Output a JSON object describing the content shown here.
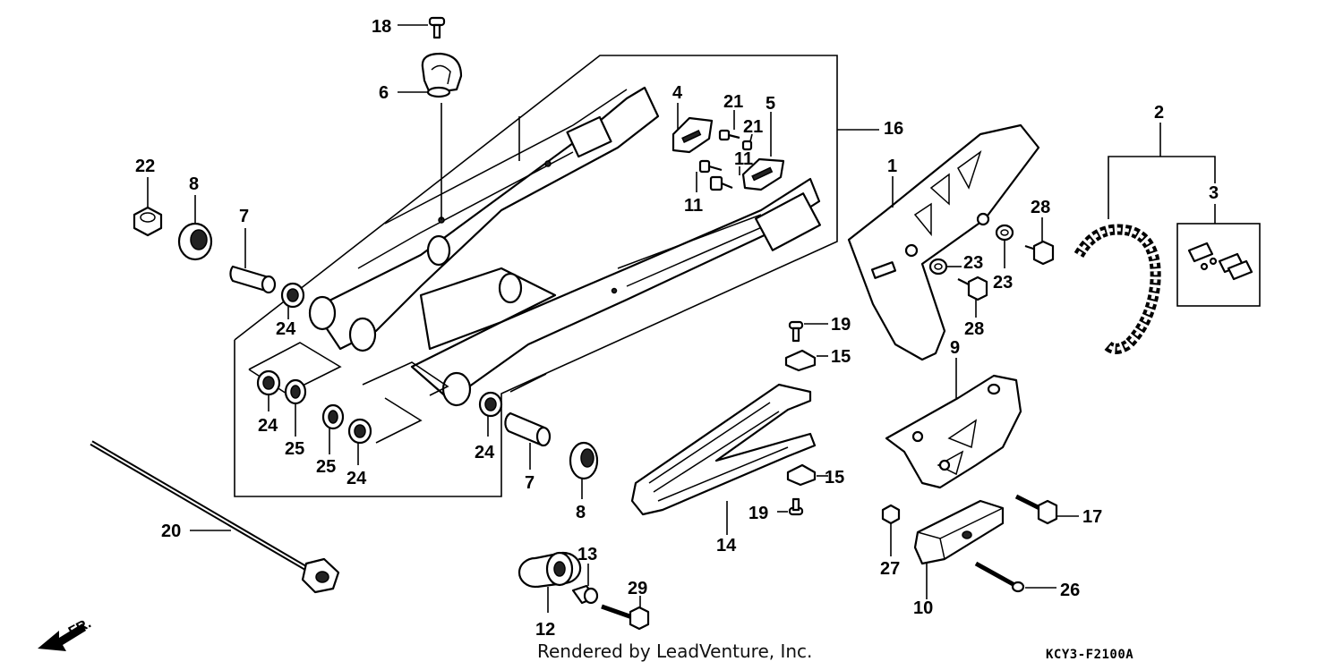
{
  "credit": "Rendered by LeadVenture, Inc.",
  "diagram_code": "KCY3-F2100A",
  "direction_label": "FR.",
  "icons": {
    "direction_arrow": "front-direction-arrow-icon"
  },
  "callouts": {
    "c1": "1",
    "c2": "2",
    "c3": "3",
    "c4": "4",
    "c5": "5",
    "c6": "6",
    "c7a": "7",
    "c7b": "7",
    "c8a": "8",
    "c8b": "8",
    "c9": "9",
    "c10": "10",
    "c11a": "11",
    "c11b": "11",
    "c12": "12",
    "c13": "13",
    "c14": "14",
    "c15a": "15",
    "c15b": "15",
    "c16": "16",
    "c17": "17",
    "c18": "18",
    "c19a": "19",
    "c19b": "19",
    "c20": "20",
    "c21a": "21",
    "c21b": "21",
    "c22": "22",
    "c23a": "23",
    "c23b": "23",
    "c24a": "24",
    "c24b": "24",
    "c24c": "24",
    "c24d": "24",
    "c25a": "25",
    "c25b": "25",
    "c26": "26",
    "c27": "27",
    "c28a": "28",
    "c28b": "28",
    "c29": "29"
  }
}
